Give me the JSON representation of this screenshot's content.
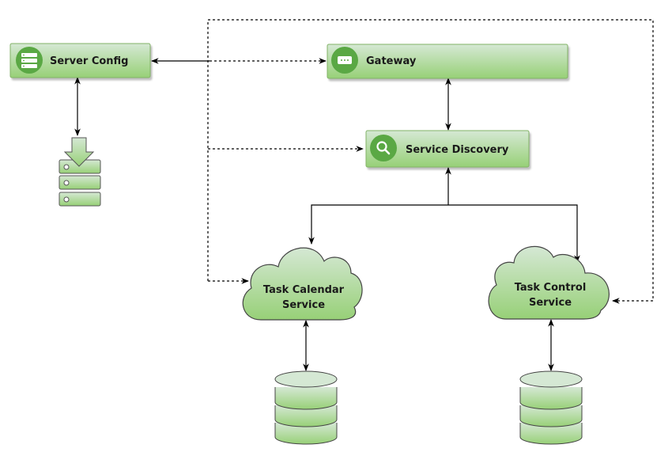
{
  "diagram": {
    "nodes": {
      "server_config": {
        "label": "Server Config",
        "icon": "server-list-icon"
      },
      "gateway": {
        "label": "Gateway",
        "icon": "ellipsis-message-icon"
      },
      "service_discovery": {
        "label": "Service Discovery",
        "icon": "search-icon"
      },
      "task_calendar": {
        "label_line1": "Task Calendar",
        "label_line2": "Service",
        "shape": "cloud"
      },
      "task_control": {
        "label_line1": "Task Control",
        "label_line2": "Service",
        "shape": "cloud"
      },
      "config_storage": {
        "icon": "server-storage-download-icon"
      },
      "calendar_db": {
        "icon": "database-icon"
      },
      "control_db": {
        "icon": "database-icon"
      }
    },
    "edges": [
      {
        "from": "server_config",
        "to": "gateway",
        "style": "solid-then-dashed",
        "direction": "both"
      },
      {
        "from": "server_config",
        "to": "config_storage",
        "style": "solid",
        "direction": "both"
      },
      {
        "from": "gateway",
        "to": "service_discovery",
        "style": "solid",
        "direction": "both"
      },
      {
        "from": "service_discovery",
        "to": "task_calendar",
        "style": "solid",
        "direction": "both"
      },
      {
        "from": "service_discovery",
        "to": "task_control",
        "style": "solid",
        "direction": "both"
      },
      {
        "from": "server_config",
        "to": "service_discovery",
        "style": "dashed",
        "direction": "forward"
      },
      {
        "from": "server_config",
        "to": "task_calendar",
        "style": "dashed",
        "direction": "forward"
      },
      {
        "from": "server_config",
        "to": "task_control",
        "style": "dashed",
        "direction": "forward"
      },
      {
        "from": "task_calendar",
        "to": "calendar_db",
        "style": "solid",
        "direction": "both"
      },
      {
        "from": "task_control",
        "to": "control_db",
        "style": "solid",
        "direction": "both"
      }
    ],
    "colors": {
      "node_fill_top": "#d5e8d4",
      "node_fill_bottom": "#97d077",
      "node_stroke": "#82b366",
      "icon_circle": "#5aa844",
      "line": "#000000"
    }
  }
}
